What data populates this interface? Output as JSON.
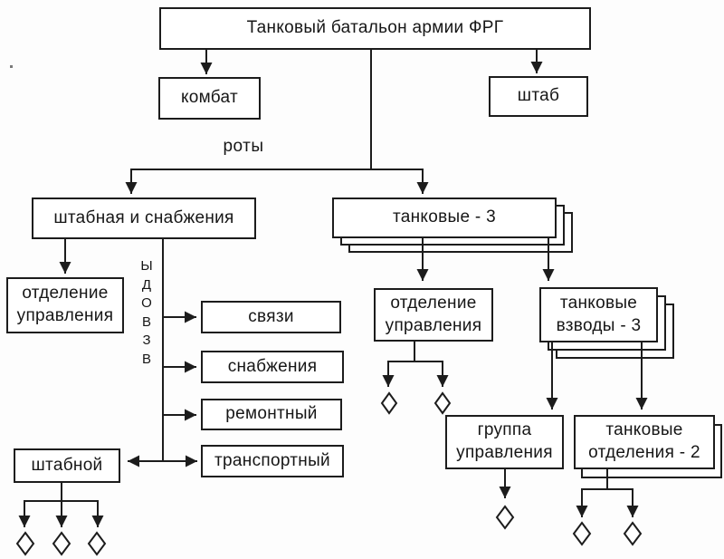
{
  "page": {
    "background": "#ffffff",
    "ink_color": "#1c1c1c"
  },
  "diagram": {
    "root": {
      "label": "Танковый батальон армии ФРГ"
    },
    "kombat": {
      "label": "комбат"
    },
    "shtab": {
      "label": "штаб"
    },
    "roty": {
      "label": "роты"
    },
    "hq_supply_company": {
      "label": "штабная и снабжения"
    },
    "control_section_left": {
      "label": "отделение\nуправления"
    },
    "platoons_vertical": {
      "label": "ВЗВОДЫ"
    },
    "platoon_signal": {
      "label": "связи"
    },
    "platoon_supply": {
      "label": "снабжения"
    },
    "platoon_repair": {
      "label": "ремонтный"
    },
    "platoon_transport": {
      "label": "транспортный"
    },
    "platoon_hq": {
      "label": "штабной"
    },
    "tank_companies": {
      "label": "танковые - 3"
    },
    "control_section_right": {
      "label": "отделение\nуправления"
    },
    "tank_platoons": {
      "label": "танковые\nвзводы - 3"
    },
    "control_group": {
      "label": "группа\nуправления"
    },
    "tank_sections": {
      "label": "танковые\nотделения - 2"
    }
  }
}
